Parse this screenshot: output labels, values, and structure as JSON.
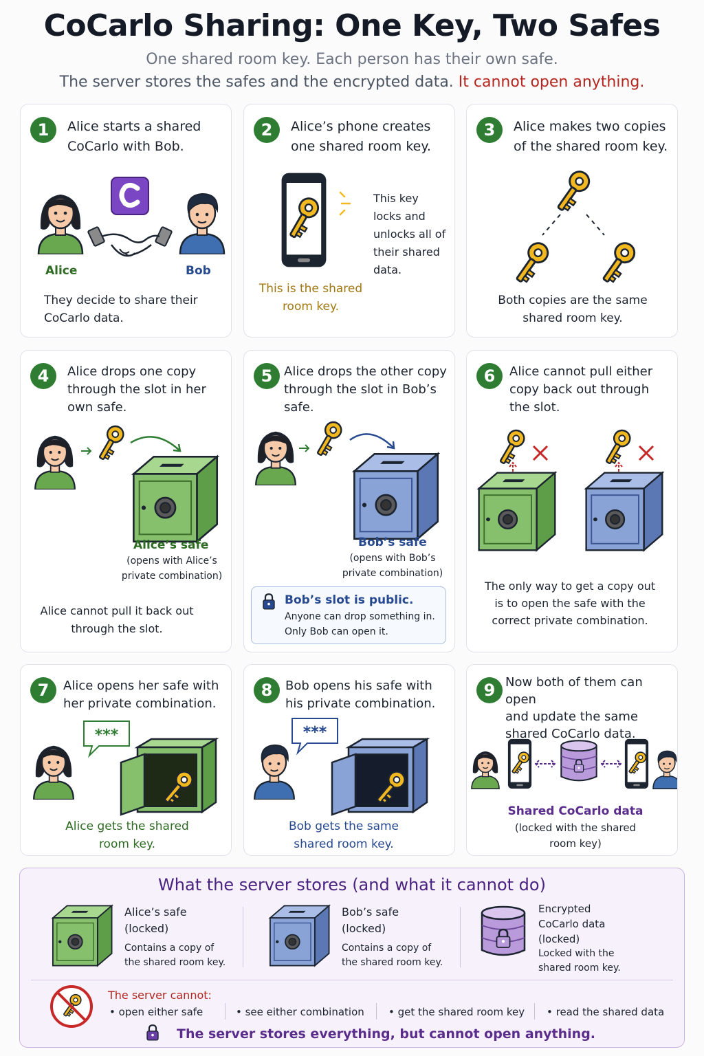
{
  "title": "CoCarlo Sharing: One Key, Two Safes",
  "subtitle1": "One shared room key. Each person has their own safe.",
  "subtitle2_main": "The server stores the safes and the encrypted data.",
  "subtitle2_warn": "It cannot open anything.",
  "colors": {
    "green": "#2e7d32",
    "blue": "#27498f",
    "purple": "#5a2c8c",
    "red": "#b3261e",
    "gold": "#f2b81f"
  },
  "steps": [
    {
      "num": "1",
      "head_l1": "Alice starts a shared",
      "head_l2": "CoCarlo with Bob.",
      "alice": "Alice",
      "bob": "Bob",
      "caption_l1": "They decide to share their",
      "caption_l2": "CoCarlo data."
    },
    {
      "num": "2",
      "head_l1": "Alice’s phone creates",
      "head_l2": "one shared room key.",
      "side_l1": "This key",
      "side_l2": "locks and",
      "side_l3": "unlocks all of",
      "side_l4": "their shared",
      "side_l5": "data.",
      "caption_l1": "This is the shared",
      "caption_l2": "room key."
    },
    {
      "num": "3",
      "head_l1": "Alice makes two copies",
      "head_l2": "of the shared room key.",
      "caption_l1": "Both copies are the same",
      "caption_l2": "shared room key."
    },
    {
      "num": "4",
      "head_l1": "Alice drops one copy",
      "head_l2": "through the slot in her",
      "head_l3": "own safe.",
      "safe_label": "Alice’s safe",
      "safe_sub_l1": "(opens with Alice’s",
      "safe_sub_l2": "private combination)",
      "caption_l1": "Alice cannot pull it back out",
      "caption_l2": "through the slot."
    },
    {
      "num": "5",
      "head_l1": "Alice drops the other copy",
      "head_l2": "through the slot in Bob’s",
      "head_l3": "safe.",
      "safe_label": "Bob’s safe",
      "safe_sub_l1": "(opens with Bob’s",
      "safe_sub_l2": "private combination)",
      "note_title": "Bob’s slot is public.",
      "note_l1": "Anyone can drop something in.",
      "note_l2": "Only Bob can open it."
    },
    {
      "num": "6",
      "head_l1": "Alice cannot pull either",
      "head_l2": "copy back out through",
      "head_l3": "the slot.",
      "caption_l1": "The only way to get a copy out",
      "caption_l2": "is to open the safe with the",
      "caption_l3": "correct private combination."
    },
    {
      "num": "7",
      "head_l1": "Alice opens her safe with",
      "head_l2": "her private combination.",
      "bubble": "***",
      "caption_l1": "Alice gets the shared",
      "caption_l2": "room key."
    },
    {
      "num": "8",
      "head_l1": "Bob opens his safe with",
      "head_l2": "his private combination.",
      "bubble": "***",
      "caption_l1": "Bob gets the same",
      "caption_l2": "shared room key."
    },
    {
      "num": "9",
      "head_l1": "Now both of them can open",
      "head_l2": "and update the same",
      "head_l3": "shared CoCarlo data.",
      "data_label": "Shared CoCarlo data",
      "data_sub_l1": "(locked with the shared",
      "data_sub_l2": "room key)"
    }
  ],
  "server": {
    "title": "What the server stores (and what it cannot do)",
    "items": [
      {
        "l1": "Alice’s safe",
        "l2": "(locked)",
        "d1": "Contains a copy of",
        "d2": "the shared room key."
      },
      {
        "l1": "Bob’s safe",
        "l2": "(locked)",
        "d1": "Contains a copy of",
        "d2": "the shared room key."
      },
      {
        "l1": "Encrypted",
        "l2": "CoCarlo data",
        "l3": "(locked)",
        "d1": "Locked with the",
        "d2": "shared room key."
      }
    ],
    "cannot_title": "The server cannot:",
    "cannot_items": [
      "• open either safe",
      "• see either combination",
      "• get the shared room key",
      "• read the shared data"
    ],
    "footer": "The server stores everything, but cannot open anything."
  }
}
